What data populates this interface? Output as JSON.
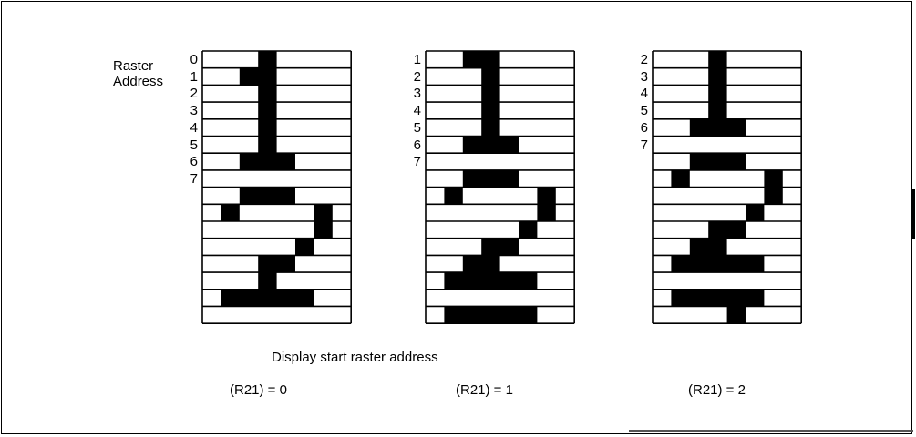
{
  "raster_label": [
    "Raster",
    "Address"
  ],
  "caption": "Display start raster address",
  "panels": [
    {
      "setting": "(R21) = 0",
      "row_labels": [
        "0",
        "1",
        "2",
        "3",
        "4",
        "5",
        "6",
        "7"
      ],
      "rows": [
        [
          [
            3,
            4
          ]
        ],
        [
          [
            2,
            4
          ]
        ],
        [
          [
            3,
            4
          ]
        ],
        [
          [
            3,
            4
          ]
        ],
        [
          [
            3,
            4
          ]
        ],
        [
          [
            3,
            4
          ]
        ],
        [
          [
            2,
            5
          ]
        ],
        [],
        [
          [
            2,
            5
          ]
        ],
        [
          [
            1,
            2
          ],
          [
            6,
            7
          ]
        ],
        [
          [
            6,
            7
          ]
        ],
        [
          [
            5,
            6
          ]
        ],
        [
          [
            3,
            5
          ]
        ],
        [
          [
            3,
            4
          ]
        ],
        [
          [
            1,
            6
          ]
        ],
        []
      ]
    },
    {
      "setting": "(R21) = 1",
      "row_labels": [
        "1",
        "2",
        "3",
        "4",
        "5",
        "6",
        "7"
      ],
      "rows": [
        [
          [
            2,
            4
          ]
        ],
        [
          [
            3,
            4
          ]
        ],
        [
          [
            3,
            4
          ]
        ],
        [
          [
            3,
            4
          ]
        ],
        [
          [
            3,
            4
          ]
        ],
        [
          [
            2,
            5
          ]
        ],
        [],
        [
          [
            2,
            5
          ]
        ],
        [
          [
            1,
            2
          ],
          [
            6,
            7
          ]
        ],
        [
          [
            6,
            7
          ]
        ],
        [
          [
            5,
            6
          ]
        ],
        [
          [
            3,
            5
          ]
        ],
        [
          [
            2,
            4
          ]
        ],
        [
          [
            1,
            6
          ]
        ],
        [],
        [
          [
            1,
            6
          ]
        ]
      ]
    },
    {
      "setting": "(R21) = 2",
      "row_labels": [
        "2",
        "3",
        "4",
        "5",
        "6",
        "7"
      ],
      "rows": [
        [
          [
            3,
            4
          ]
        ],
        [
          [
            3,
            4
          ]
        ],
        [
          [
            3,
            4
          ]
        ],
        [
          [
            3,
            4
          ]
        ],
        [
          [
            2,
            5
          ]
        ],
        [],
        [
          [
            2,
            5
          ]
        ],
        [
          [
            1,
            2
          ],
          [
            6,
            7
          ]
        ],
        [
          [
            6,
            7
          ]
        ],
        [
          [
            5,
            6
          ]
        ],
        [
          [
            3,
            5
          ]
        ],
        [
          [
            2,
            4
          ]
        ],
        [
          [
            1,
            6
          ]
        ],
        [],
        [
          [
            1,
            6
          ]
        ],
        [
          [
            4,
            5
          ]
        ]
      ]
    }
  ]
}
